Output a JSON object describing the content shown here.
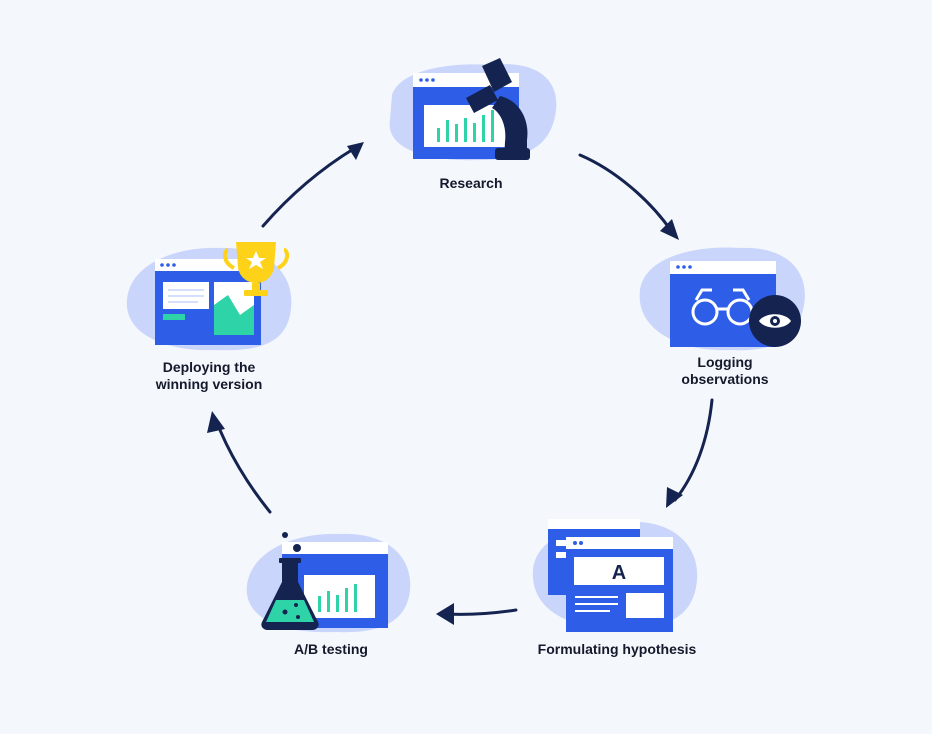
{
  "colors": {
    "background": "#f4f7fc",
    "blob": "#c9d5fb",
    "window_blue": "#2e5ee8",
    "window_bar": "#ffffff",
    "navy": "#14234f",
    "teal": "#2ed3a8",
    "trophy": "#ffd21a",
    "text": "#14192b"
  },
  "steps": [
    {
      "id": "research",
      "label": "Research",
      "icon": "microscope-icon"
    },
    {
      "id": "logging",
      "label_line1": "Logging",
      "label_line2": "observations",
      "icon": "binoculars-eye-icon"
    },
    {
      "id": "hypothesis",
      "label": "Formulating hypothesis",
      "icon_text": "A",
      "icon": "document-a-icon"
    },
    {
      "id": "ab",
      "label": "A/B testing",
      "icon": "flask-chart-icon"
    },
    {
      "id": "deploy",
      "label_line1": "Deploying the",
      "label_line2": "winning version",
      "icon": "trophy-icon"
    }
  ]
}
